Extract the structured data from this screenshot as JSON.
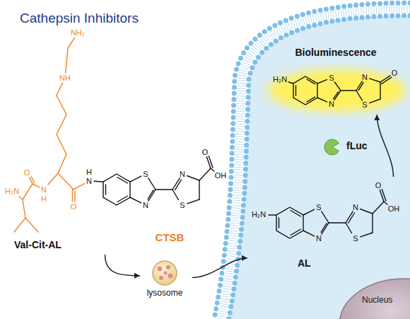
{
  "diagram": {
    "title": "Cathepsin Inhibitors",
    "nodes": [
      {
        "text": [
          "Val-Cit-AL"
        ]
      },
      {
        "text": [
          "lysosome"
        ]
      },
      {
        "text": [
          "AL"
        ]
      },
      {
        "text": [
          "Bioluminescence"
        ]
      },
      {
        "text": [
          "Nucleus"
        ]
      }
    ],
    "edges": [
      {
        "from": 0,
        "to": 1,
        "arrow": "to"
      },
      {
        "from": 1,
        "to": 2,
        "arrow": "to"
      },
      {
        "from": 2,
        "to": 3,
        "arrow": "to",
        "label": "fLuc"
      }
    ],
    "labels": [
      "NH₂",
      "NH",
      "O",
      "H₂N",
      "N",
      "H",
      "O",
      "H",
      "N",
      "S",
      "N",
      "N",
      "S",
      "O",
      "OH",
      "CTSB",
      "H₂N",
      "S",
      "N",
      "N",
      "S",
      "O",
      "OH",
      "H₂N",
      "S",
      "N",
      "N",
      "S",
      "O"
    ]
  }
}
